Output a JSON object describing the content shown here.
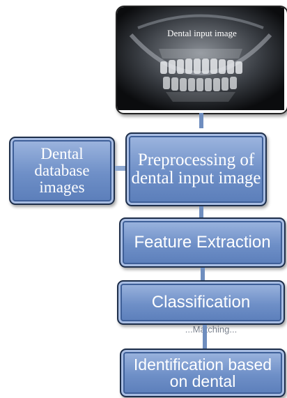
{
  "input_image_label": "Dental  input image",
  "database_box": "Dental database images",
  "preprocessing_box": "Preprocessing of  dental input image",
  "feature_box": "Feature Extraction",
  "classification_box": "Classification",
  "overlap_fragment": "...Matching...",
  "identification_box": "Identification based on dental",
  "colors": {
    "box_fill": "#7b98cc",
    "box_border": "#1d2e4a",
    "arrow": "#6f8ebf",
    "text": "#ffffff"
  }
}
